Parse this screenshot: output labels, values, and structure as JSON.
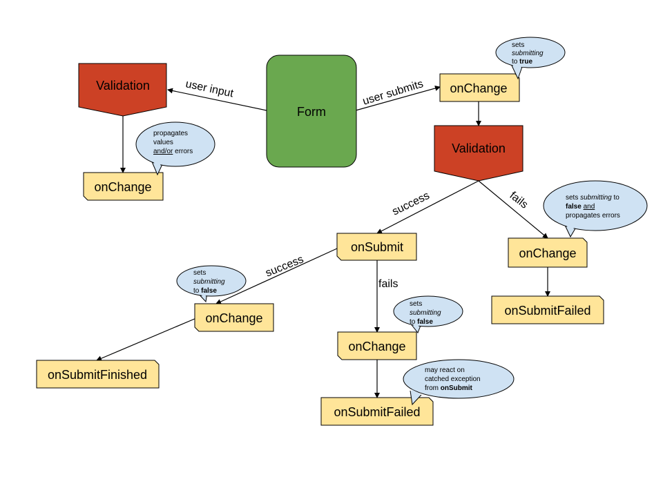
{
  "colors": {
    "form": "#6aa84f",
    "validation": "#cc4125",
    "event": "#ffe599",
    "bubble": "#cfe2f3",
    "stroke": "#000000"
  },
  "nodes": {
    "form": "Form",
    "validation_left": "Validation",
    "onchange_left": "onChange",
    "onchange_top": "onChange",
    "validation_right": "Validation",
    "onsubmit": "onSubmit",
    "onchange_fails_right": "onChange",
    "onsubmitfailed_right": "onSubmitFailed",
    "onchange_success": "onChange",
    "onsubmitfinished": "onSubmitFinished",
    "onchange_fails_mid": "onChange",
    "onsubmitfailed_mid": "onSubmitFailed"
  },
  "edges": {
    "user_input": "user input",
    "user_submits": "user submits",
    "success_1": "success",
    "fails_1": "fails",
    "success_2": "success",
    "fails_2": "fails"
  },
  "bubbles": {
    "top": [
      "sets",
      "submitting",
      "to true"
    ],
    "left": [
      "propagates",
      "values",
      "and/or errors"
    ],
    "right": [
      "sets submitting to",
      "false and",
      "propagates errors"
    ],
    "success": [
      "sets",
      "submitting",
      "to false"
    ],
    "fails": [
      "sets",
      "submitting",
      "to false"
    ],
    "bottom": [
      "may react on",
      "catched exception",
      "from onSubmit"
    ]
  }
}
